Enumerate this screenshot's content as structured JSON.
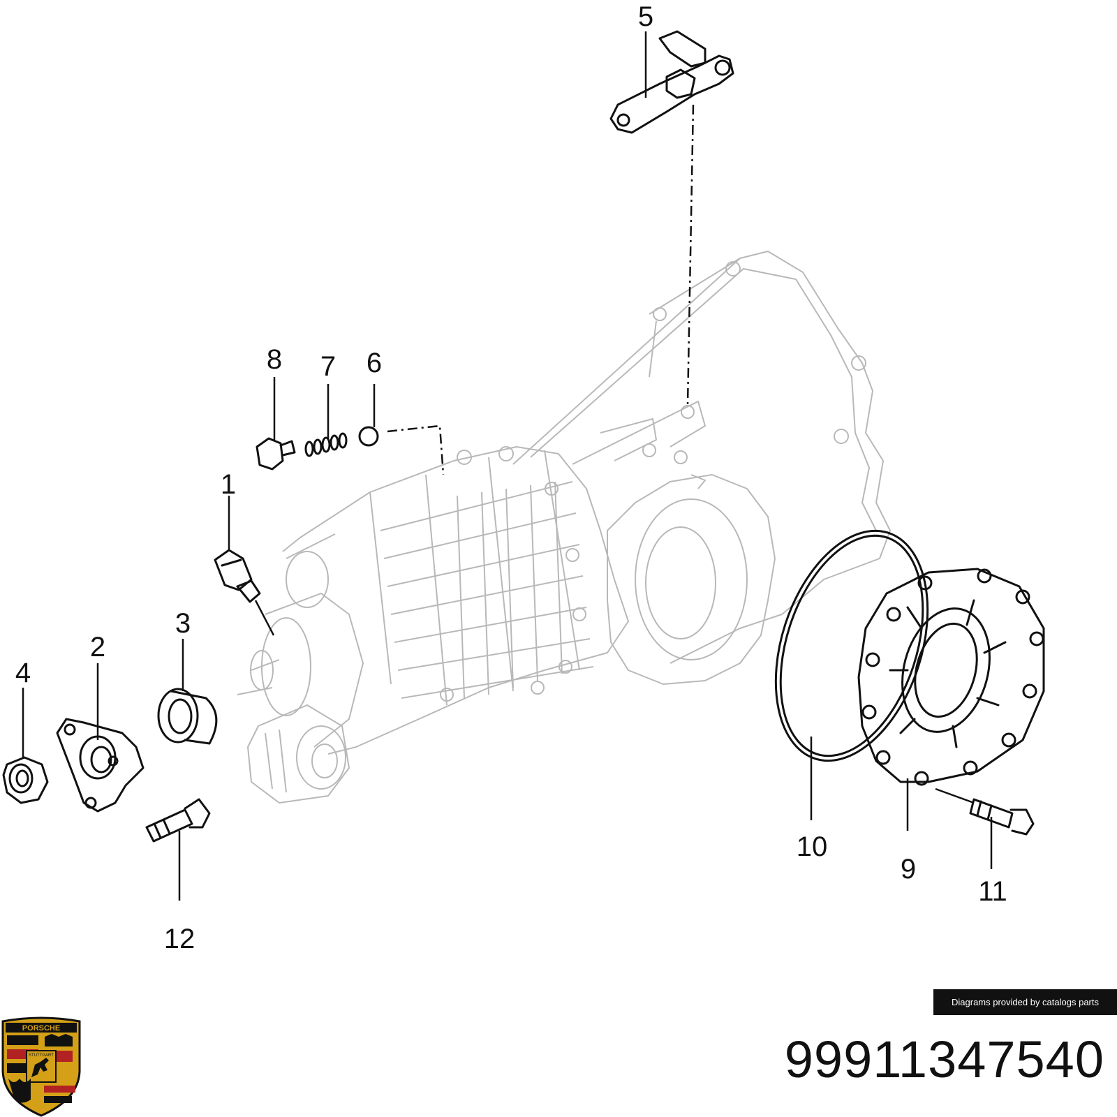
{
  "callouts": {
    "c1": "1",
    "c2": "2",
    "c3": "3",
    "c4": "4",
    "c5": "5",
    "c6": "6",
    "c7": "7",
    "c8": "8",
    "c9": "9",
    "c10": "10",
    "c11": "11",
    "c12": "12"
  },
  "credit": "Diagrams provided by catalogs parts",
  "part_number": "99911347540",
  "logo": {
    "brand": "PORSCHE",
    "city": "STUTTGART",
    "icon": "porsche-crest-icon"
  },
  "colors": {
    "ink": "#111111",
    "housing": "#b8b8b8",
    "crest_red": "#b22222",
    "crest_gold": "#d4a017"
  }
}
